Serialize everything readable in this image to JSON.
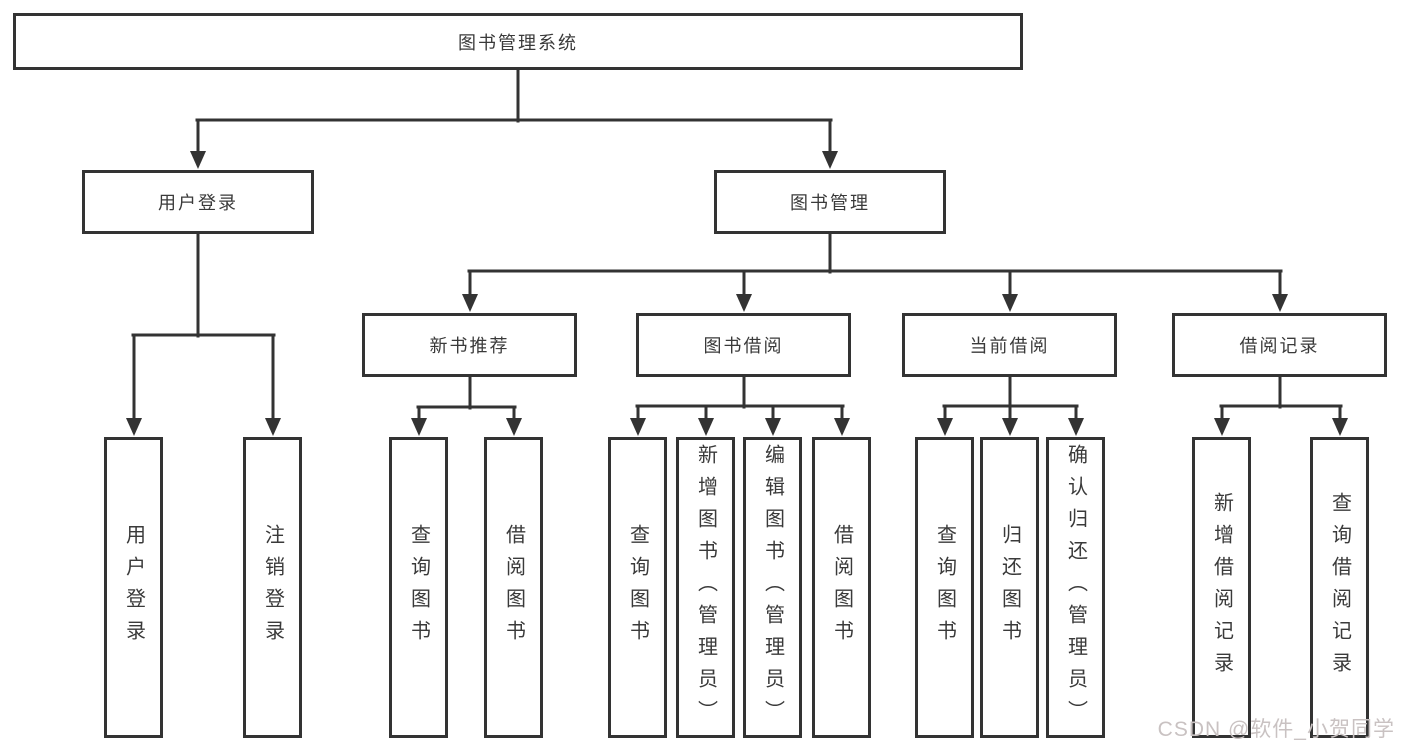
{
  "nodes": {
    "root": "图书管理系统",
    "user_login": "用户登录",
    "book_management": "图书管理",
    "new_book_recommend": "新书推荐",
    "book_borrow": "图书借阅",
    "current_borrow": "当前借阅",
    "borrow_record": "借阅记录",
    "leaf_user_login": "用户登录",
    "leaf_logout": "注销登录",
    "leaf_query_book_recommend": "查询图书",
    "leaf_borrow_book_recommend": "借阅图书",
    "leaf_query_book_borrow": "查询图书",
    "leaf_add_book_admin": "新增图书（管理员）",
    "leaf_edit_book_admin": "编辑图书（管理员）",
    "leaf_borrow_book": "借阅图书",
    "leaf_query_book_current": "查询图书",
    "leaf_return_book": "归还图书",
    "leaf_confirm_return_admin": "确认归还（管理员）",
    "leaf_add_borrow_record": "新增借阅记录",
    "leaf_query_borrow_record": "查询借阅记录"
  },
  "watermark": "CSDN @软件_小贺同学",
  "colors": {
    "line": "#333333",
    "box_border": "#333333",
    "text": "#3a3a3a",
    "watermark": "#c9c2c2",
    "background": "#ffffff"
  }
}
